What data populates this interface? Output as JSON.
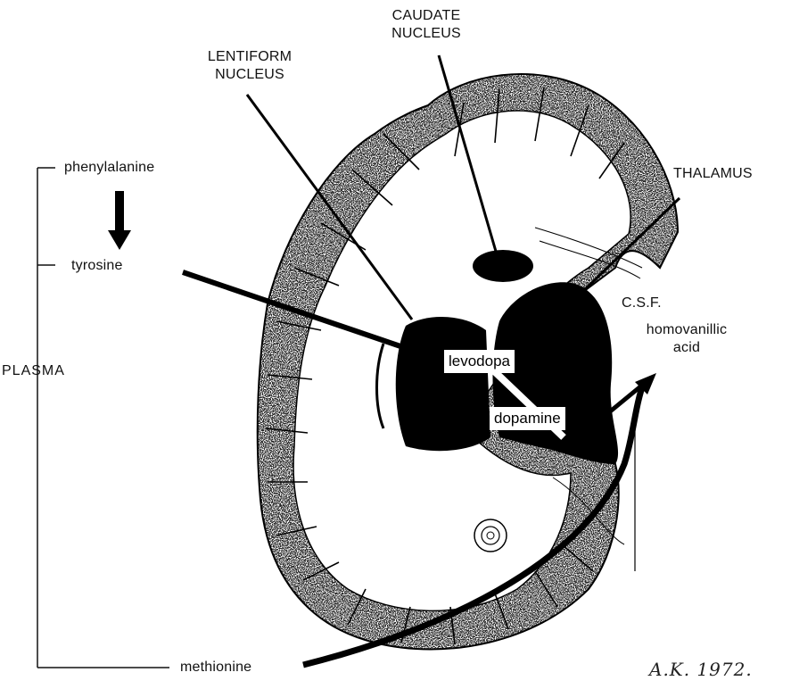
{
  "labels": {
    "caudate_line1": "CAUDATE",
    "caudate_line2": "NUCLEUS",
    "lentiform_line1": "LENTIFORM",
    "lentiform_line2": "NUCLEUS",
    "thalamus": "THALAMUS",
    "csf": "C.S.F.",
    "hva_line1": "homovanillic",
    "hva_line2": "acid",
    "levodopa": "levodopa",
    "dopamine": "dopamine"
  },
  "plasma": {
    "title": "PLASMA",
    "phenylalanine": "phenylalanine",
    "tyrosine": "tyrosine",
    "methionine": "methionine"
  },
  "signature": "A.K. 1972."
}
